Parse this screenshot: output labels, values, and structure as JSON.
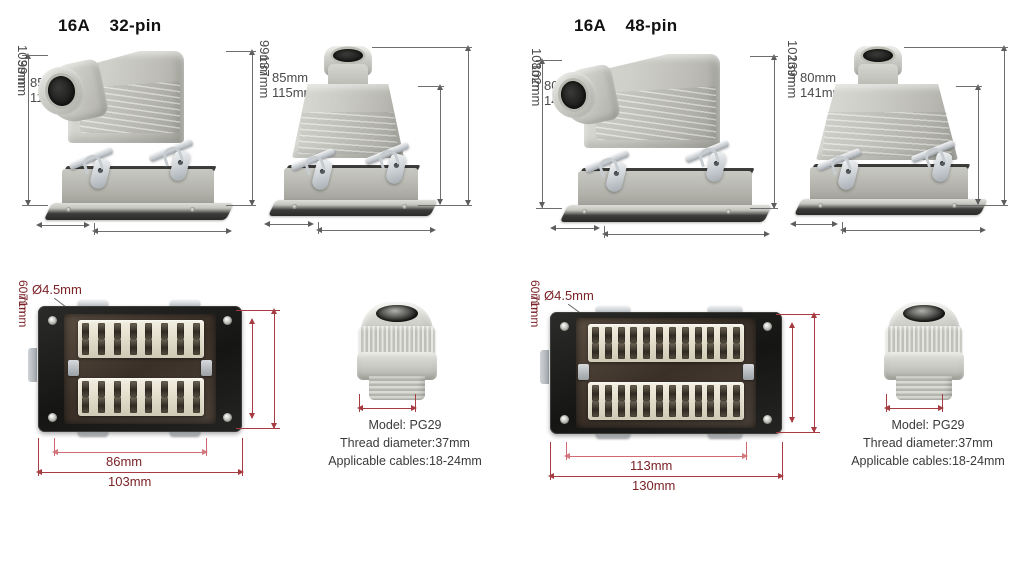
{
  "variants": [
    {
      "id": "32pin",
      "title": "16A    32-pin",
      "current_rating": "16A",
      "pin_count_label": "32-pin",
      "side_entry_hood": {
        "height_mm": "103mm",
        "hood_height_mm": "99mm",
        "depth_mm": "85mm",
        "width_mm": "115mm"
      },
      "top_entry_hood": {
        "hood_height_mm": "99mm",
        "total_height_mm": "137mm",
        "depth_mm": "85mm",
        "width_mm": "115mm"
      },
      "front_face": {
        "hole_diameter_label": "Ø4.5mm",
        "insert_height_mm": "60mm",
        "overall_height_mm": "71mm",
        "mounting_width_mm": "86mm",
        "overall_width_mm": "103mm",
        "insert_rows": 2,
        "pins_per_row": 8
      },
      "cable_gland": {
        "model": "Model: PG29",
        "thread": "Thread diameter:37mm",
        "cables": "Applicable cables:18-24mm"
      }
    },
    {
      "id": "48pin",
      "title": "16A    48-pin",
      "current_rating": "16A",
      "pin_count_label": "48-pin",
      "side_entry_hood": {
        "height_mm": "108mm",
        "hood_height_mm": "102mm",
        "depth_mm": "80mm",
        "width_mm": "141mm"
      },
      "top_entry_hood": {
        "hood_height_mm": "102mm",
        "total_height_mm": "139mm",
        "depth_mm": "80mm",
        "width_mm": "141mm"
      },
      "front_face": {
        "hole_diameter_label": "Ø4.5mm",
        "insert_height_mm": "60mm",
        "overall_height_mm": "71mm",
        "mounting_width_mm": "113mm",
        "overall_width_mm": "130mm",
        "insert_rows": 2,
        "pins_per_row": 12
      },
      "cable_gland": {
        "model": "Model: PG29",
        "thread": "Thread diameter:37mm",
        "cables": "Applicable cables:18-24mm"
      }
    }
  ],
  "colors": {
    "background": "#ffffff",
    "housing_grey": "#cccdc7",
    "latch_steel": "#c9ced2",
    "insert_ivory": "#e8e3d2",
    "frame_black": "#1d1d1b",
    "dimension_text": "#4a4a4a",
    "dimension_red": "#7b2327",
    "arrow_red": "#a63b41",
    "arrow_pink": "#d4777e"
  }
}
